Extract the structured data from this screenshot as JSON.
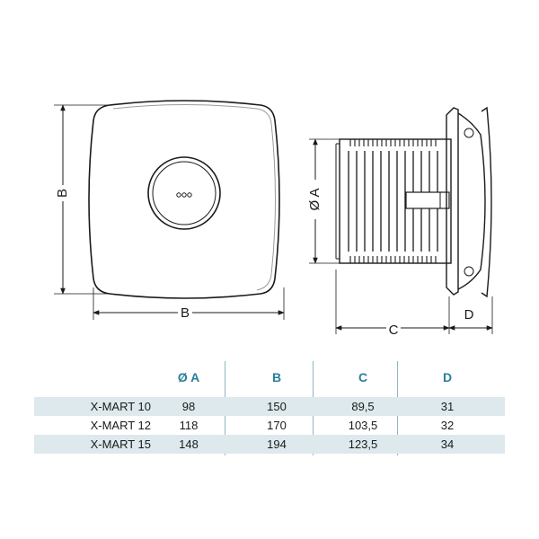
{
  "dimension_labels": {
    "width": "B",
    "height": "B",
    "diameter": "Ø A",
    "depth_body": "C",
    "depth_cover": "D"
  },
  "table": {
    "columns": [
      "Ø A",
      "B",
      "C",
      "D"
    ],
    "rows": [
      {
        "model": "X-MART 10",
        "a": "98",
        "b": "150",
        "c": "89,5",
        "d": "31"
      },
      {
        "model": "X-MART 12",
        "a": "118",
        "b": "170",
        "c": "103,5",
        "d": "32"
      },
      {
        "model": "X-MART 15",
        "a": "148",
        "b": "194",
        "c": "123,5",
        "d": "34"
      }
    ]
  },
  "colors": {
    "header_text": "#2a7f9c",
    "row_shade": "#dde9ec",
    "line": "#1a1a1a"
  }
}
